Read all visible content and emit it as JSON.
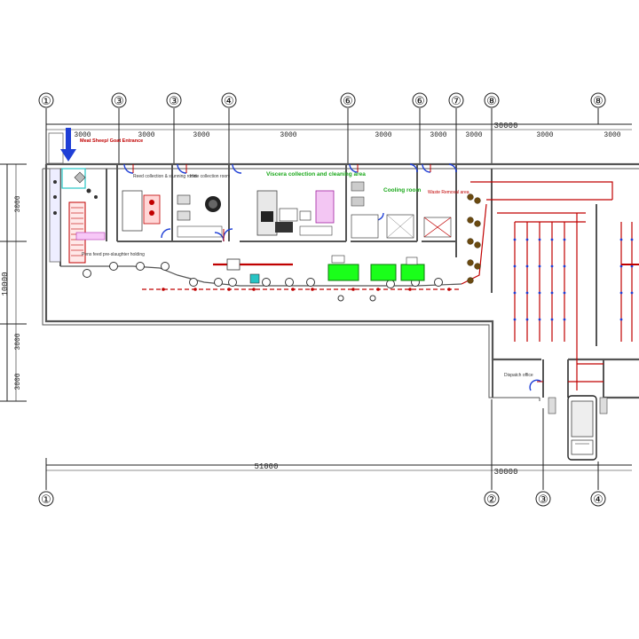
{
  "grid_top": [
    "①",
    "③",
    "③",
    "④",
    "⑥",
    "⑥",
    "⑦",
    "⑧",
    "⑧"
  ],
  "grid_bottom": [
    "①",
    "②",
    "③",
    "④"
  ],
  "dims": {
    "top_segment": "3000",
    "top_right": "30000",
    "left_total": "10000",
    "bottom_total": "51000",
    "bottom_right": "30000"
  },
  "rooms": {
    "entry": "Meat Sheep/ Goat Entrance",
    "r1": "Reed collection & stunning room",
    "r2": "Hide collection room",
    "r3": "Viscera collection and cleaning area",
    "r4": "Cooling room",
    "r5": "Waste Removal area",
    "lower_left": "Pens feed pre-slaughter holding",
    "bottom_annex": "Dispatch office"
  },
  "colors": {
    "wall": "#555555",
    "door": "#1f3fd6",
    "rail": "#c00000",
    "equipment_green": "#1aff1a",
    "label_green": "#1aa81a",
    "arrow": "#1f3fd6"
  }
}
